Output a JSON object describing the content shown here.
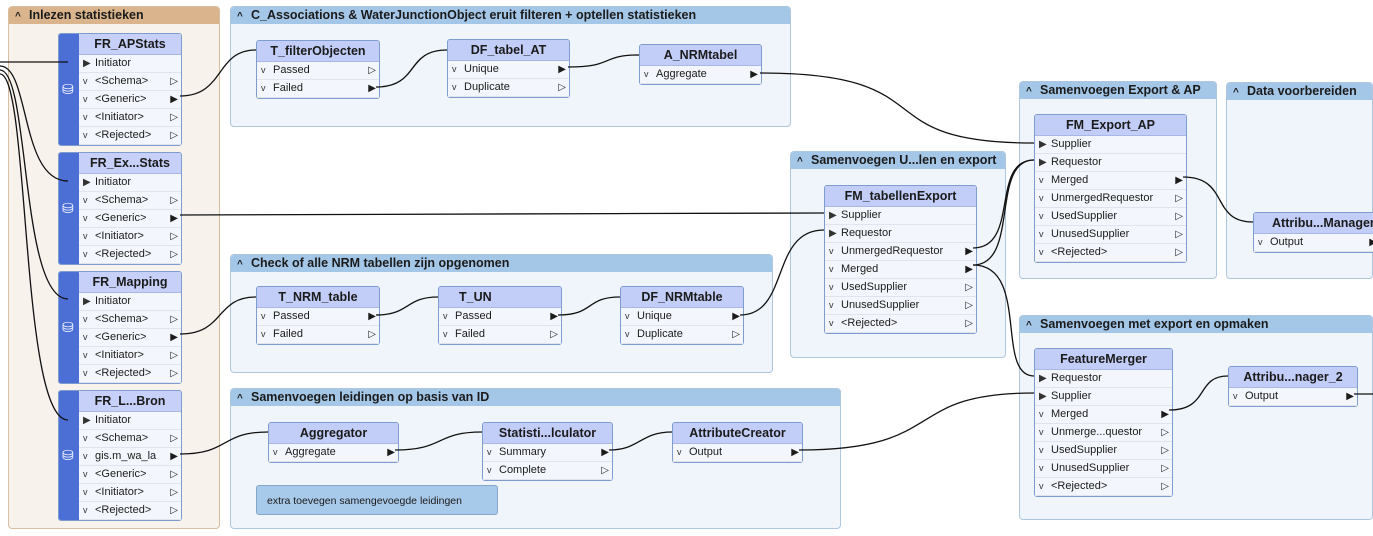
{
  "bookmarks": {
    "inlezen": "Inlezen statistieken",
    "c_assoc": "C_Associations & WaterJunctionObject eruit filteren + optellen statistieken",
    "check_nrm": "Check of alle NRM tabellen zijn opgenomen",
    "leidingen": "Samenvoegen leidingen op basis van ID",
    "sam_export": "Samenvoegen U...len en export",
    "sam_export_ap": "Samenvoegen Export & AP",
    "data_voorb": "Data voorbereiden",
    "sam_opmaken": "Samenvoegen met export en opmaken"
  },
  "readers": {
    "r1": {
      "title": "FR_APStats",
      "ports": [
        "Initiator",
        "<Schema>",
        "<Generic>",
        "<Initiator>",
        "<Rejected>"
      ]
    },
    "r2": {
      "title": "FR_Ex...Stats",
      "ports": [
        "Initiator",
        "<Schema>",
        "<Generic>",
        "<Initiator>",
        "<Rejected>"
      ]
    },
    "r3": {
      "title": "FR_Mapping",
      "ports": [
        "Initiator",
        "<Schema>",
        "<Generic>",
        "<Initiator>",
        "<Rejected>"
      ]
    },
    "r4": {
      "title": "FR_L...Bron",
      "ports": [
        "Initiator",
        "<Schema>",
        "gis.m_wa_la",
        "<Generic>",
        "<Initiator>",
        "<Rejected>"
      ]
    }
  },
  "transformers": {
    "t_filter": {
      "title": "T_filterObjecten",
      "ports": [
        "Passed",
        "Failed"
      ]
    },
    "df_tabel": {
      "title": "DF_tabel_AT",
      "ports": [
        "Unique",
        "Duplicate"
      ]
    },
    "a_nrm": {
      "title": "A_NRMtabel",
      "ports": [
        "Aggregate"
      ]
    },
    "t_nrm": {
      "title": "T_NRM_table",
      "ports": [
        "Passed",
        "Failed"
      ]
    },
    "t_un": {
      "title": "T_UN",
      "ports": [
        "Passed",
        "Failed"
      ]
    },
    "df_nrm": {
      "title": "DF_NRMtable",
      "ports": [
        "Unique",
        "Duplicate"
      ]
    },
    "aggregator": {
      "title": "Aggregator",
      "ports": [
        "Aggregate"
      ]
    },
    "statistics": {
      "title": "Statisti...lculator",
      "ports": [
        "Summary",
        "Complete"
      ]
    },
    "attrcreator": {
      "title": "AttributeCreator",
      "ports": [
        "Output"
      ]
    },
    "fm_tabellen": {
      "title": "FM_tabellenExport",
      "inputs": [
        "Supplier",
        "Requestor"
      ],
      "ports": [
        "UnmergedRequestor",
        "Merged",
        "UsedSupplier",
        "UnusedSupplier",
        "<Rejected>"
      ]
    },
    "fm_export_ap": {
      "title": "FM_Export_AP",
      "inputs": [
        "Supplier",
        "Requestor"
      ],
      "ports": [
        "Merged",
        "UnmergedRequestor",
        "UsedSupplier",
        "UnusedSupplier",
        "<Rejected>"
      ]
    },
    "attr_manager": {
      "title": "Attribu...Manager",
      "ports": [
        "Output"
      ]
    },
    "featuremerger": {
      "title": "FeatureMerger",
      "inputs": [
        "Requestor",
        "Supplier"
      ],
      "ports": [
        "Merged",
        "Unmerge...questor",
        "UsedSupplier",
        "UnusedSupplier",
        "<Rejected>"
      ]
    },
    "attr_manager2": {
      "title": "Attribu...nager_2",
      "ports": [
        "Output"
      ]
    }
  },
  "note": "extra toevegen samengevoegde leidingen",
  "colors": {
    "bookmark_header": "#a4c7e8",
    "bookmark_body": "#eff5fb",
    "tan_header": "#d9b48d",
    "tan_body": "#f8f2ec",
    "transformer_header": "#c2cdf8",
    "reader_side": "#4c6fd6"
  }
}
